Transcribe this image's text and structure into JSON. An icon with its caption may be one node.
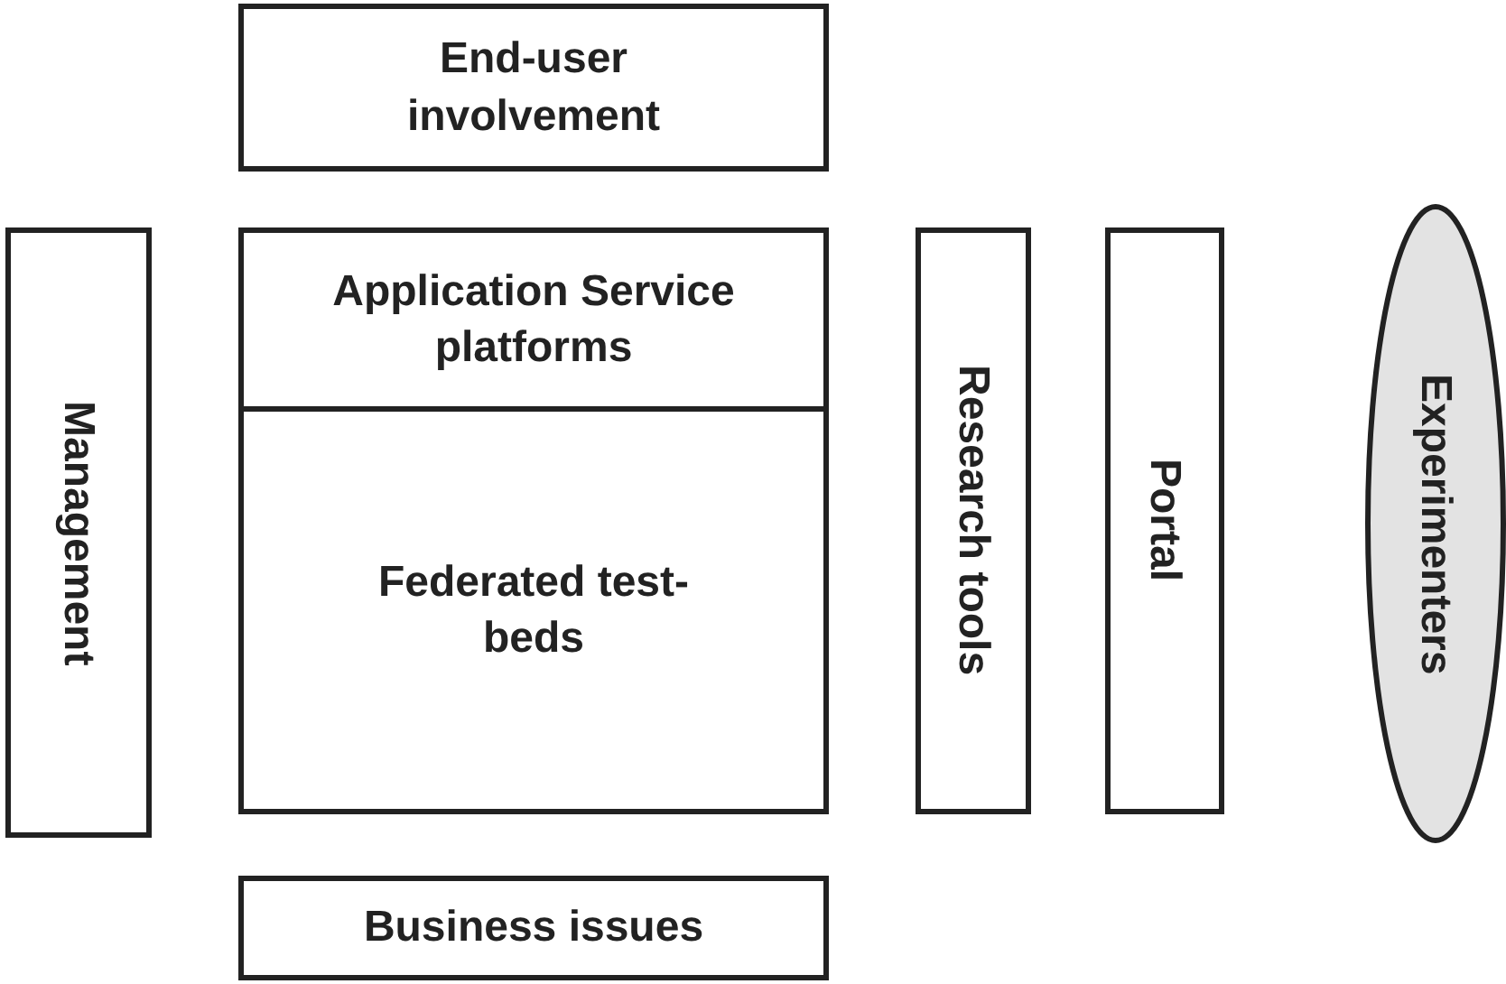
{
  "diagram": {
    "nodes": [
      {
        "text": [
          "End-user involvement"
        ]
      },
      {
        "text": [
          "Management"
        ]
      },
      {
        "text": [
          "Application Service platforms"
        ]
      },
      {
        "text": [
          "Federated test-beds"
        ]
      },
      {
        "text": [
          "Research tools"
        ]
      },
      {
        "text": [
          "Portal"
        ]
      },
      {
        "text": [
          "Experimenters"
        ]
      },
      {
        "text": [
          "Business issues"
        ]
      }
    ]
  }
}
